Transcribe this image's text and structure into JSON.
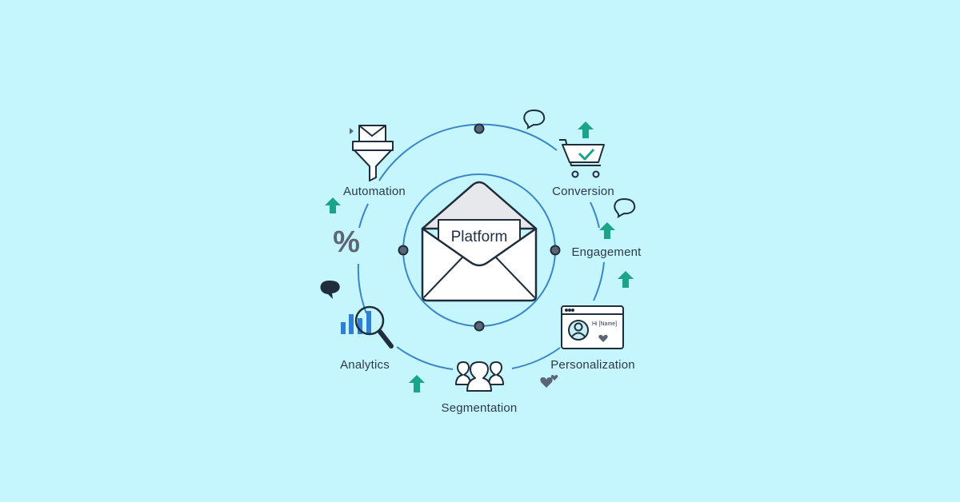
{
  "center": {
    "label": "Platform",
    "icon": "envelope-icon"
  },
  "nodes": [
    {
      "id": "automation",
      "label": "Automation",
      "icon": "funnel-envelope-icon"
    },
    {
      "id": "conversion",
      "label": "Conversion",
      "icon": "cart-check-icon"
    },
    {
      "id": "engagement",
      "label": "Engagement",
      "icon": "chat-bubble-icon"
    },
    {
      "id": "personalization",
      "label": "Personalization",
      "icon": "profile-window-icon",
      "greeting": "Hi [Name]"
    },
    {
      "id": "segmentation",
      "label": "Segmentation",
      "icon": "user-group-icon"
    },
    {
      "id": "analytics",
      "label": "Analytics",
      "icon": "bar-chart-magnifier-icon"
    }
  ],
  "decorations": {
    "percent_symbol": "%"
  },
  "colors": {
    "background": "#c6f6fd",
    "ring": "#3a86c8",
    "stroke": "#1f2d3d",
    "accent_green": "#1aa58a",
    "chart_blue": "#2f7fd6",
    "node_dot": "#5a6678"
  }
}
